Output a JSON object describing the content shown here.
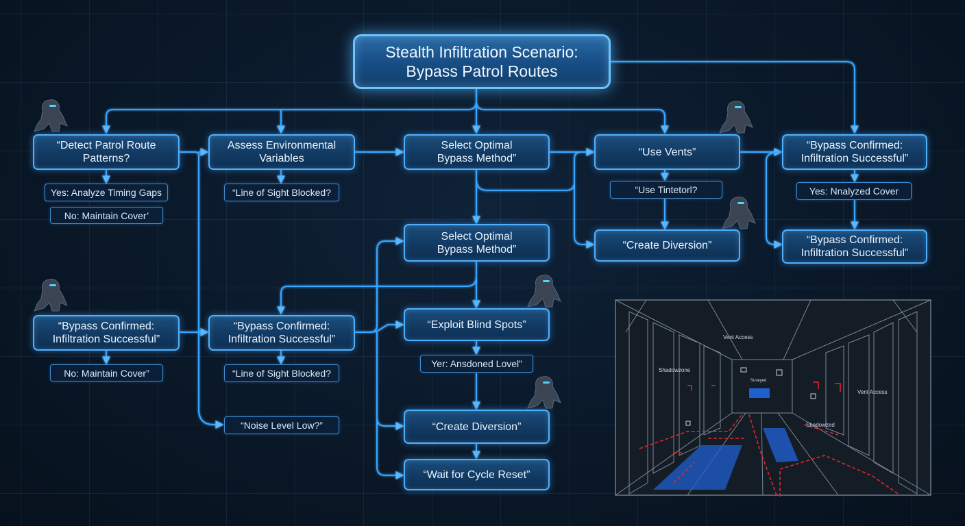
{
  "title": {
    "line1": "Stealth Infiltration Scenario:",
    "line2": "Bypass Patrol Routes"
  },
  "nodes": {
    "detect": {
      "line1": "“Detect Patrol Route",
      "line2": "Patterns?"
    },
    "assess": {
      "line1": "Assess Environmental",
      "line2": "Variables"
    },
    "select1": {
      "line1": "Select Optimal",
      "line2": "Bypass Method”"
    },
    "vents": {
      "line1": "“Use Vents”",
      "line2": ""
    },
    "bypassTR1": {
      "line1": "“Bypass Confirmed:",
      "line2": "Infiltration Successful”"
    },
    "divRight": {
      "line1": "“Create Diversion”",
      "line2": ""
    },
    "bypassTR2": {
      "line1": "“Bypass Confirmed:",
      "line2": "Infiltration Successful”"
    },
    "select2": {
      "line1": "Select Optimal",
      "line2": "Bypass Method”"
    },
    "bypassL": {
      "line1": "“Bypass Confirmed:",
      "line2": "Infiltration Successful”"
    },
    "bypassM": {
      "line1": "“Bypass Confirmed:",
      "line2": "Infiltration Successful”"
    },
    "blind": {
      "line1": "“Exploit Blind Spots”",
      "line2": ""
    },
    "divMid": {
      "line1": "“Create Diversion”",
      "line2": ""
    },
    "wait": {
      "line1": "“Wait for Cycle Reset”",
      "line2": ""
    }
  },
  "labels": {
    "yesTiming": "Yes: Analyze Timing Gaps",
    "noCover1": "No: Maintain Cover’",
    "los1": "“Line of Sight Blocked?",
    "useTint": "“Use Tintetorl?",
    "yesCover": "Yes: Nnalyzed Cover",
    "noCover2": "No: Maintain Cover”",
    "los2": "“Line of Sight Blocked?",
    "yesAband": "Yer: Ansdoned Lovel”",
    "noise": "“Noise Level Low?”"
  },
  "room": {
    "ventTop": "Vent Access",
    "ventRight": "Vent Access",
    "shadowLeft": "Shadowzone",
    "shadowRight": "Shadowzed",
    "centerBox": "Suveyed"
  },
  "colors": {
    "accent": "#4fb0ff",
    "line": "#3aa6ff",
    "laser": "#e0282a",
    "zone": "#1f5fd0"
  }
}
